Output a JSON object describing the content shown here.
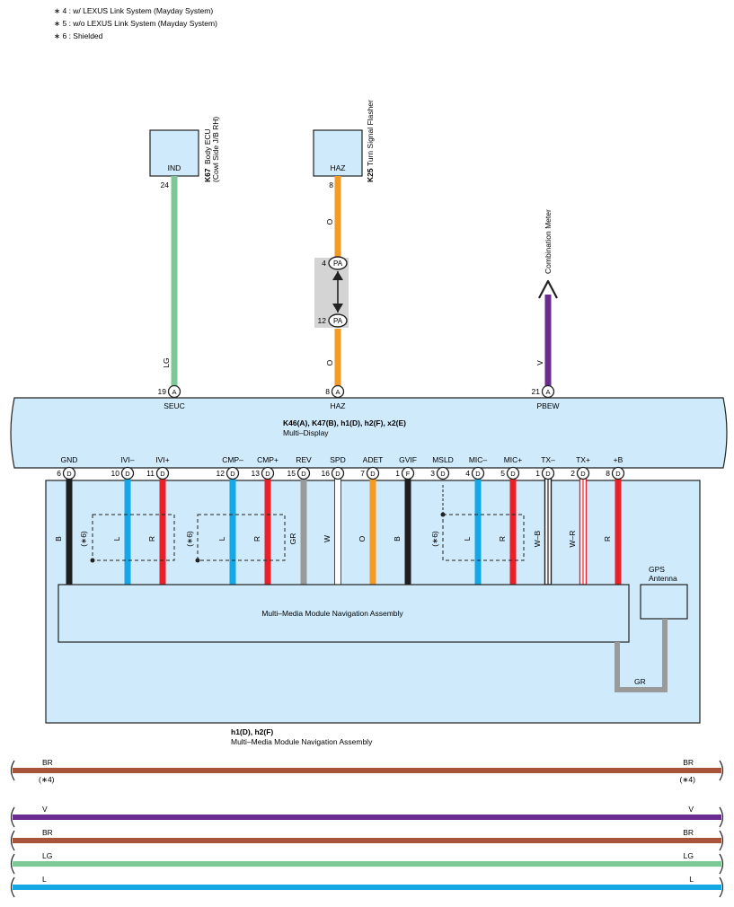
{
  "notes": [
    "∗ 4 : w/ LEXUS Link System (Mayday System)",
    "∗ 5 : w/o LEXUS Link System (Mayday System)",
    "∗ 6 : Shielded"
  ],
  "colors": {
    "LG": "#7cc896",
    "O": "#f59a23",
    "V": "#6a2c8e",
    "B": "#1e1e1e",
    "L": "#16a8e4",
    "R": "#e8202a",
    "GR": "#9a9a9a",
    "W": "#ffffff",
    "BR": "#a8543a",
    "box": "#cfeafb",
    "connector": "#d4d4d4"
  },
  "top_components": {
    "body_ecu": {
      "terminal": "IND",
      "pin": "24",
      "code": "K67",
      "name_line1": "Body ECU",
      "name_line2": "(Cowl Side J/B RH)"
    },
    "turn_flasher": {
      "terminal": "HAZ",
      "pin": "8",
      "code": "K25",
      "name": "Turn Signal Flasher"
    },
    "combination_meter": {
      "name": "Combination Meter"
    }
  },
  "top_wires": {
    "seuc": {
      "color_code": "LG",
      "pin": "19",
      "conn": "A",
      "signal": "SEUC"
    },
    "haz": {
      "upper_color": "O",
      "lower_color": "O",
      "pin": "8",
      "conn": "A",
      "signal": "HAZ",
      "junction": {
        "top_pin": "4",
        "bottom_pin": "12",
        "label": "PA"
      }
    },
    "pbew": {
      "color_code": "V",
      "pin": "21",
      "conn": "A",
      "signal": "PBEW"
    }
  },
  "multi_display": {
    "codes": "K46(A), K47(B), h1(D), h2(F), x2(E)",
    "name": "Multi–Display"
  },
  "bottom_pins": [
    {
      "signal": "GND",
      "pin": "6",
      "conn": "D",
      "color": "B"
    },
    {
      "signal": "IVI–",
      "pin": "10",
      "conn": "D",
      "color": "L"
    },
    {
      "signal": "IVI+",
      "pin": "11",
      "conn": "D",
      "color": "R"
    },
    {
      "signal": "CMP–",
      "pin": "12",
      "conn": "D",
      "color": "L"
    },
    {
      "signal": "CMP+",
      "pin": "13",
      "conn": "D",
      "color": "R"
    },
    {
      "signal": "REV",
      "pin": "15",
      "conn": "D",
      "color": "GR"
    },
    {
      "signal": "SPD",
      "pin": "16",
      "conn": "D",
      "color": "W"
    },
    {
      "signal": "ADET",
      "pin": "7",
      "conn": "D",
      "color": "O"
    },
    {
      "signal": "GVIF",
      "pin": "1",
      "conn": "F",
      "color": "B"
    },
    {
      "signal": "MSLD",
      "pin": "3",
      "conn": "D",
      "color": ""
    },
    {
      "signal": "MIC–",
      "pin": "4",
      "conn": "D",
      "color": "L"
    },
    {
      "signal": "MIC+",
      "pin": "5",
      "conn": "D",
      "color": "R"
    },
    {
      "signal": "TX–",
      "pin": "1",
      "conn": "D",
      "color": "W–B"
    },
    {
      "signal": "TX+",
      "pin": "2",
      "conn": "D",
      "color": "W–R"
    },
    {
      "signal": "+B",
      "pin": "8",
      "conn": "D",
      "color": "R"
    }
  ],
  "shield_label": "(∗6)",
  "navigation_assembly": {
    "name": "Multi–Media Module Navigation Assembly",
    "bottom_codes": "h1(D), h2(F)",
    "bottom_name": "Multi–Media Module Navigation Assembly"
  },
  "gps_antenna": {
    "line1": "GPS",
    "line2": "Antenna",
    "wire_color": "GR"
  },
  "bottom_wires": [
    {
      "left": "BR",
      "right": "BR",
      "color": "BR",
      "note_left": "(∗4)",
      "note_right": "(∗4)"
    },
    {
      "left": "V",
      "right": "V",
      "color": "V"
    },
    {
      "left": "BR",
      "right": "BR",
      "color": "BR"
    },
    {
      "left": "LG",
      "right": "LG",
      "color": "LG"
    },
    {
      "left": "L",
      "right": "L",
      "color": "L"
    }
  ]
}
